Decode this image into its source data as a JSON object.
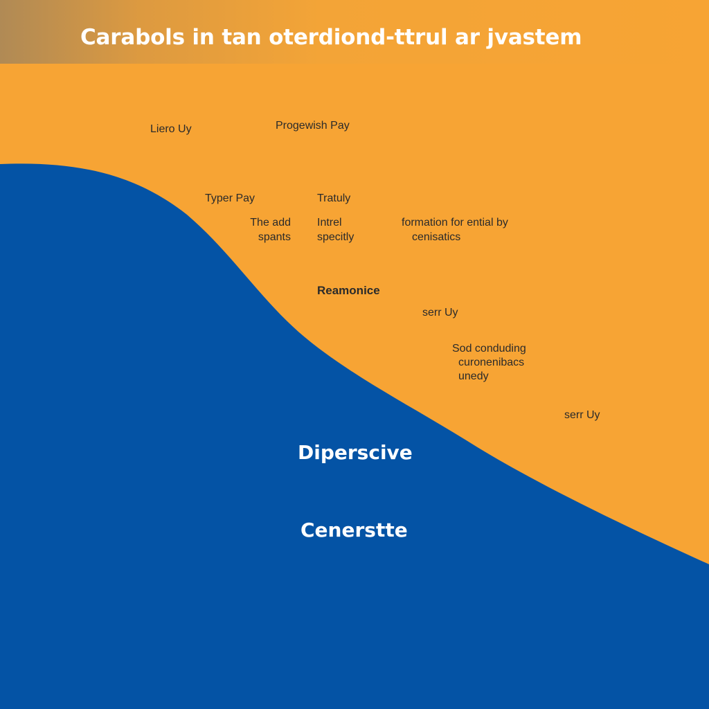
{
  "title": "Carabols in tan oterdiond-ttrul ar jvastem",
  "colors": {
    "background_orange": "#f7a434",
    "region_blue": "#0453a5",
    "title_text": "#ffffff",
    "label_text": "#2a2a2a"
  },
  "labels": {
    "liero_uy": "Liero Uy",
    "progewish_pay": "Progewish Pay",
    "typer_pay": "Typer Pay",
    "tratuly": "Tratuly",
    "the_add": "The add",
    "spants": "spants",
    "intrel": "Intrel",
    "specitly": "specitly",
    "formation": "formation for ential by",
    "cenisatics": "cenisatics",
    "reamonice": "Reamonice",
    "serr_uy_1": "serr Uy",
    "sod_conduding": "Sod conduding",
    "curonenibacs": "curonenibacs",
    "unedy": "unedy",
    "serr_uy_2": "serr Uy"
  },
  "regions": {
    "diperscive": "Diperscive",
    "cenerstte": "Cenerstte"
  }
}
